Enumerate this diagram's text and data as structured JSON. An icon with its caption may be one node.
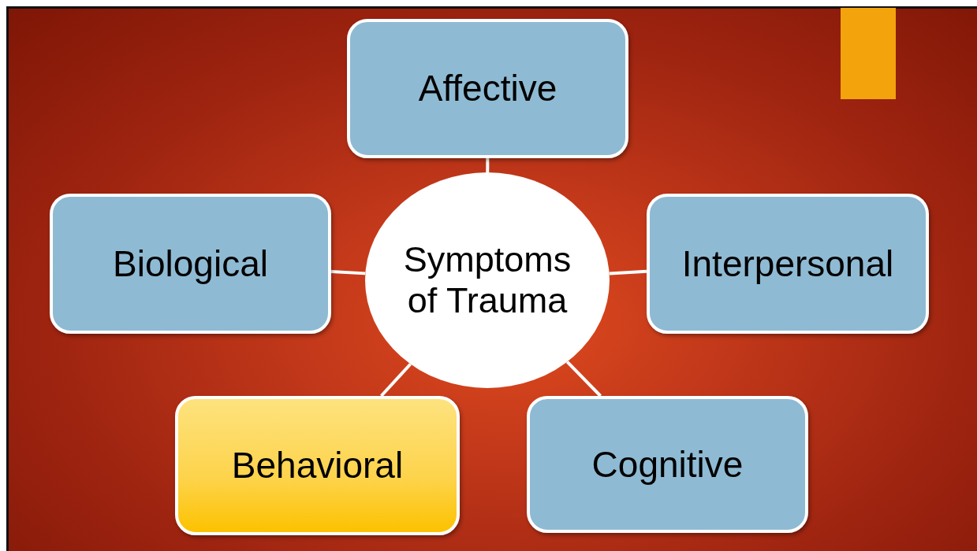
{
  "diagram": {
    "nodes": [
      {
        "text": [
          "Symptoms of Trauma"
        ]
      },
      {
        "text": [
          "Affective"
        ]
      },
      {
        "text": [
          "Interpersonal"
        ]
      },
      {
        "text": [
          "Cognitive"
        ]
      },
      {
        "text": [
          "Behavioral"
        ]
      },
      {
        "text": [
          "Biological"
        ]
      }
    ],
    "edges": [
      {
        "from": 0,
        "to": 1,
        "arrow": "none"
      },
      {
        "from": 0,
        "to": 2,
        "arrow": "none"
      },
      {
        "from": 0,
        "to": 3,
        "arrow": "none"
      },
      {
        "from": 0,
        "to": 4,
        "arrow": "none"
      },
      {
        "from": 0,
        "to": 5,
        "arrow": "none"
      }
    ]
  }
}
